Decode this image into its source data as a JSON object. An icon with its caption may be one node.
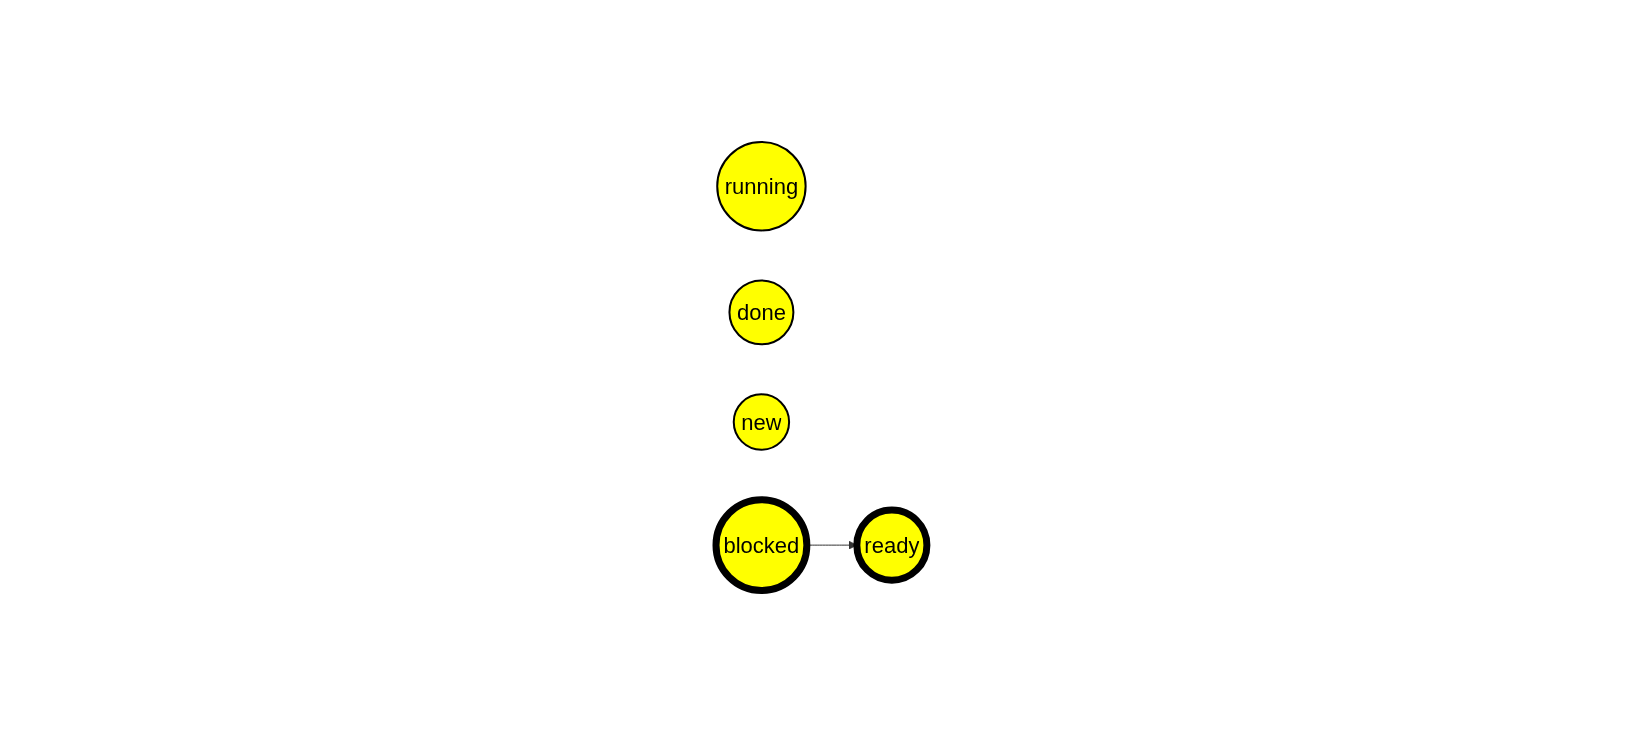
{
  "diagram": {
    "nodes": [
      {
        "text": [
          "running"
        ]
      },
      {
        "text": [
          "done"
        ]
      },
      {
        "text": [
          "new"
        ]
      },
      {
        "text": [
          "ready"
        ]
      },
      {
        "text": [
          "blocked"
        ]
      }
    ],
    "edges": [
      {
        "from": 4,
        "to": 3,
        "arrow": "to"
      }
    ]
  }
}
